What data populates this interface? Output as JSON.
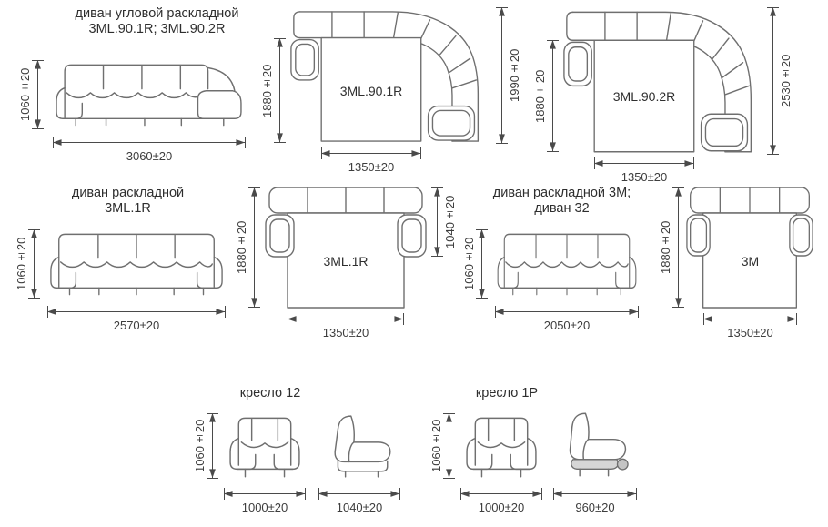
{
  "colors": {
    "line": "#6f6f6f",
    "text": "#2e2e2e",
    "dimension": "#3d3d3d"
  },
  "corner_sofa": {
    "title1": "диван угловой раскладной",
    "title2": "3ML.90.1R; 3ML.90.2R",
    "front": {
      "height": "1060±20",
      "width": "3060±20"
    },
    "top_r1": {
      "label": "3ML.90.1R",
      "dim_depth": "1880±20",
      "dim_total": "1990±20",
      "dim_width": "1350±20"
    },
    "top_r2": {
      "label": "3ML.90.2R",
      "dim_depth": "1880±20",
      "dim_total": "2530±20",
      "dim_width": "1350±20"
    }
  },
  "sofa_3ml_1r": {
    "title1": "диван раскладной",
    "title2": "3ML.1R",
    "front": {
      "height": "1060±20",
      "width": "2570±20"
    },
    "top": {
      "label": "3ML.1R",
      "dim_depth": "1880±20",
      "dim_folded": "1040±20",
      "dim_width": "1350±20"
    }
  },
  "sofa_3m": {
    "title1": "диван  раскладной 3М;",
    "title2": "диван 32",
    "front": {
      "height": "1060±20",
      "width": "2050±20"
    },
    "top": {
      "label": "3М",
      "dim_depth": "1880±20",
      "dim_width": "1350±20"
    }
  },
  "chair_12": {
    "title": "кресло 12",
    "dim_height": "1060±20",
    "dim_front_width": "1000±20",
    "dim_side_width": "1040±20"
  },
  "chair_1r": {
    "title": "кресло 1Р",
    "dim_height": "1060±20",
    "dim_front_width": "1000±20",
    "dim_side_width": "960±20"
  }
}
